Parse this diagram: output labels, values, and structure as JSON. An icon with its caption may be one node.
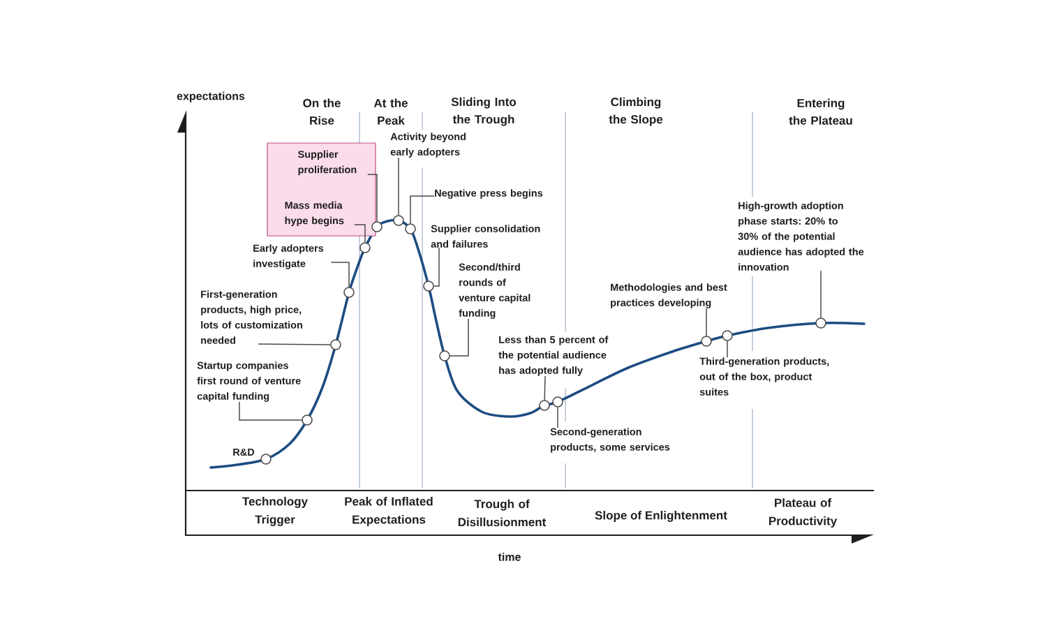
{
  "diagram": {
    "nodes": [
      {
        "text": [],
        "shape": "box"
      },
      {
        "text": [
          "Supplier proliferation"
        ],
        "in": 0
      },
      {
        "text": [
          "Mass media hype begins"
        ],
        "in": 0
      },
      {
        "text": [
          "Activity beyond early adopters"
        ]
      },
      {
        "text": [
          "Negative press begins"
        ]
      },
      {
        "text": [
          "Supplier consolidation and failures"
        ]
      },
      {
        "text": [
          "Early adopters investigate"
        ]
      },
      {
        "text": [
          "Second/third rounds of venture capital funding"
        ]
      },
      {
        "text": [
          "First-generation products, high price, lots of customization needed"
        ]
      },
      {
        "text": [
          "Startup companies first round of venture capital funding"
        ]
      },
      {
        "text": [
          "High-growth adoption phase starts: 20% to 30% of the potential audience has adopted the innovation"
        ]
      },
      {
        "text": [
          "Methodologies and best practices developing"
        ]
      },
      {
        "text": [
          "Less than 5 percent of the potential audience has adopted fully"
        ]
      },
      {
        "text": [
          "Third-generation products, out of the box, product suites"
        ]
      },
      {
        "text": [
          "Second-generation products, some services"
        ]
      },
      {
        "text": [],
        "shape": "circle",
        "beside": [
          "R&D"
        ]
      },
      {
        "text": [],
        "shape": "circle"
      },
      {
        "text": [],
        "shape": "circle"
      },
      {
        "text": [],
        "shape": "circle"
      },
      {
        "text": [],
        "shape": "circle"
      },
      {
        "text": [],
        "shape": "circle"
      },
      {
        "text": [],
        "shape": "circle"
      },
      {
        "text": [],
        "shape": "circle"
      },
      {
        "text": [],
        "shape": "circle"
      },
      {
        "text": [],
        "shape": "circle"
      },
      {
        "text": [],
        "shape": "circle"
      },
      {
        "text": [],
        "shape": "circle"
      },
      {
        "text": [],
        "shape": "circle"
      },
      {
        "text": [],
        "shape": "circle"
      },
      {
        "text": [],
        "shape": "circle"
      }
    ],
    "edges": [
      {
        "from": 1,
        "to": 20,
        "arrow": "none"
      },
      {
        "from": 2,
        "to": 19,
        "arrow": "none"
      },
      {
        "from": 3,
        "to": 21,
        "arrow": "none"
      },
      {
        "from": 4,
        "to": 22,
        "arrow": "none"
      },
      {
        "from": 5,
        "to": 23,
        "arrow": "none"
      },
      {
        "from": 6,
        "to": 18,
        "arrow": "none"
      },
      {
        "from": 7,
        "to": 24,
        "arrow": "none"
      },
      {
        "from": 8,
        "to": 17,
        "arrow": "none"
      },
      {
        "from": 9,
        "to": 16,
        "arrow": "none"
      },
      {
        "from": 10,
        "to": 29,
        "arrow": "none"
      },
      {
        "from": 11,
        "to": 27,
        "arrow": "none"
      },
      {
        "from": 12,
        "to": 25,
        "arrow": "none"
      },
      {
        "from": 13,
        "to": 28,
        "arrow": "none"
      },
      {
        "from": 14,
        "to": 26,
        "arrow": "none"
      }
    ],
    "labels": [
      "expectations",
      "On the Rise",
      "At the Peak",
      "Sliding Into the Trough",
      "Climbing the Slope",
      "Entering the Plateau",
      "Technology Trigger",
      "Peak of Inflated Expectations",
      "Trough of Disillusionment",
      "Slope of Enlightenment",
      "Plateau of Productivity",
      "time"
    ]
  }
}
